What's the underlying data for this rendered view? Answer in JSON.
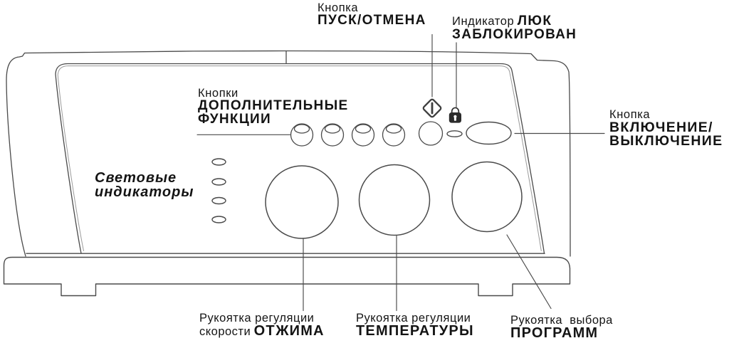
{
  "labels": {
    "start_cancel_button": {
      "kind": "Кнопка",
      "name": "ПУСК/ОТМЕНА"
    },
    "door_locked_indicator": {
      "kind": "Индикатор",
      "name_word1": "ЛЮК",
      "name_word2": "ЗАБЛОКИРОВАН"
    },
    "extra_function_buttons": {
      "kind": "Кнопки",
      "name_line1": "ДОПОЛНИТЕЛЬНЫЕ",
      "name_line2": "ФУНКЦИИ"
    },
    "power_button": {
      "kind": "Кнопка",
      "name_line1": "ВКЛЮЧЕНИЕ/",
      "name_line2": "ВЫКЛЮЧЕНИЕ"
    },
    "light_indicators": {
      "name_line1": "Световые",
      "name_line2": "индикаторы"
    },
    "spin_knob": {
      "desc_line1": "Рукоятка регуляции",
      "desc_line2": "скорости",
      "name": "ОТЖИМА"
    },
    "temperature_knob": {
      "desc_line1": "Рукоятка регуляции",
      "name": "ТЕМПЕРАТУРЫ"
    },
    "program_knob": {
      "desc_line1": "Рукоятка  выбора",
      "name": "ПРОГРАММ"
    }
  },
  "panel": {
    "light_indicator_count": 4,
    "function_button_count": 4,
    "knob_count": 3,
    "icons": [
      "start-cancel-diamond-icon",
      "door-locked-padlock-icon"
    ]
  },
  "colors": {
    "line": "#4a4a4a",
    "line_light": "#9a9a9a",
    "text": "#141414",
    "lock_fill": "#2b2b2b",
    "background": "#ffffff"
  }
}
